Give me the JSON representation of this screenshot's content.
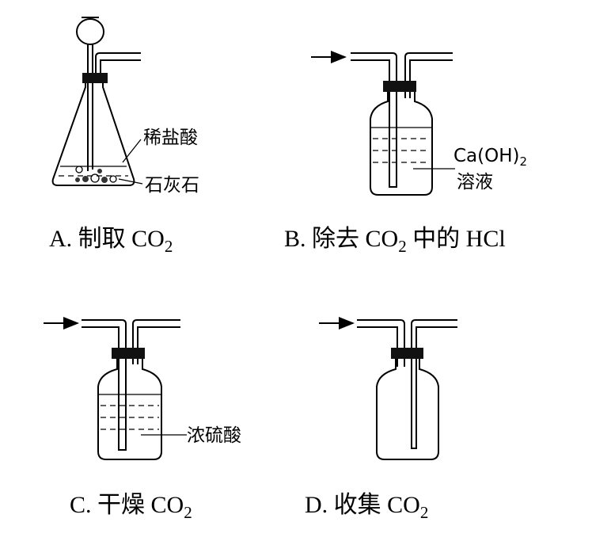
{
  "panels": {
    "a": {
      "caption_prefix": "A. 制取 CO",
      "caption_sub": "2",
      "label_acid": "稀盐酸",
      "label_solid": "石灰石"
    },
    "b": {
      "caption_prefix": "B. 除去 CO",
      "caption_sub": "2",
      "caption_suffix": " 中的 HCl",
      "label_line1_prefix": "Ca(OH)",
      "label_line1_sub": "2",
      "label_line2": "溶液"
    },
    "c": {
      "caption_prefix": "C. 干燥 CO",
      "caption_sub": "2",
      "label_liquid": "浓硫酸"
    },
    "d": {
      "caption_prefix": "D. 收集 CO",
      "caption_sub": "2"
    }
  }
}
